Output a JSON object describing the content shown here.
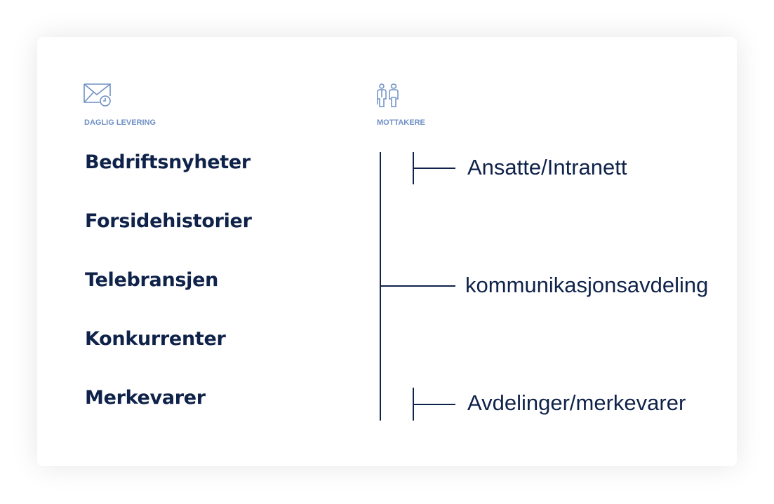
{
  "columns": {
    "left": {
      "icon": "envelope-clock-icon",
      "label": "DAGLIG LEVERING"
    },
    "right": {
      "icon": "people-icon",
      "label": "MOTTAKERE"
    }
  },
  "items": [
    "Bedriftsnyheter",
    "Forsidehistorier",
    "Telebransjen",
    "Konkurrenter",
    "Merkevarer"
  ],
  "recipients": [
    "Ansatte/Intranett",
    "kommunikasjonsavdeling",
    "Avdelinger/merkevarer"
  ],
  "colors": {
    "primary": "#0f2249",
    "accent": "#6e8fc4"
  }
}
